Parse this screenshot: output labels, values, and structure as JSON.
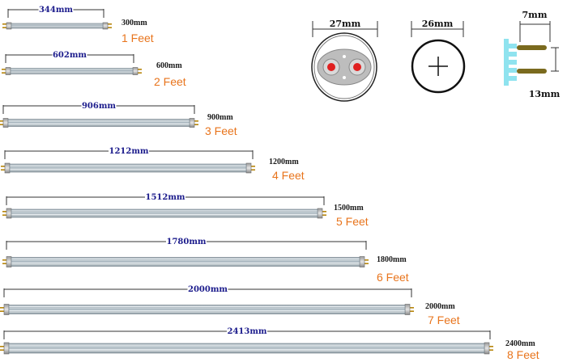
{
  "tubes": [
    {
      "dim_label": "344mm",
      "mm_label": "300mm",
      "feet_label": "1 Feet"
    },
    {
      "dim_label": "602mm",
      "mm_label": "600mm",
      "feet_label": "2 Feet"
    },
    {
      "dim_label": "906mm",
      "mm_label": "900mm",
      "feet_label": "3 Feet"
    },
    {
      "dim_label": "1212mm",
      "mm_label": "1200mm",
      "feet_label": "4 Feet"
    },
    {
      "dim_label": "1512mm",
      "mm_label": "1500mm",
      "feet_label": "5 Feet"
    },
    {
      "dim_label": "1780mm",
      "mm_label": "1800mm",
      "feet_label": "6 Feet"
    },
    {
      "dim_label": "2000mm",
      "mm_label": "2000mm",
      "feet_label": "7 Feet"
    },
    {
      "dim_label": "2413mm",
      "mm_label": "2400mm",
      "feet_label": "8 Feet"
    }
  ],
  "end_view": {
    "diameter_label": "27mm"
  },
  "cross_section": {
    "diameter_label": "26mm"
  },
  "pin_detail": {
    "pin_length_label": "7mm",
    "pin_spacing_label": "13mm"
  },
  "colors": {
    "feet_text": "#e8741c",
    "dim_text": "#1c1c8c",
    "pin_base": "#8fe3ef",
    "pin": "#7a6a1e",
    "dot": "#e02020"
  }
}
